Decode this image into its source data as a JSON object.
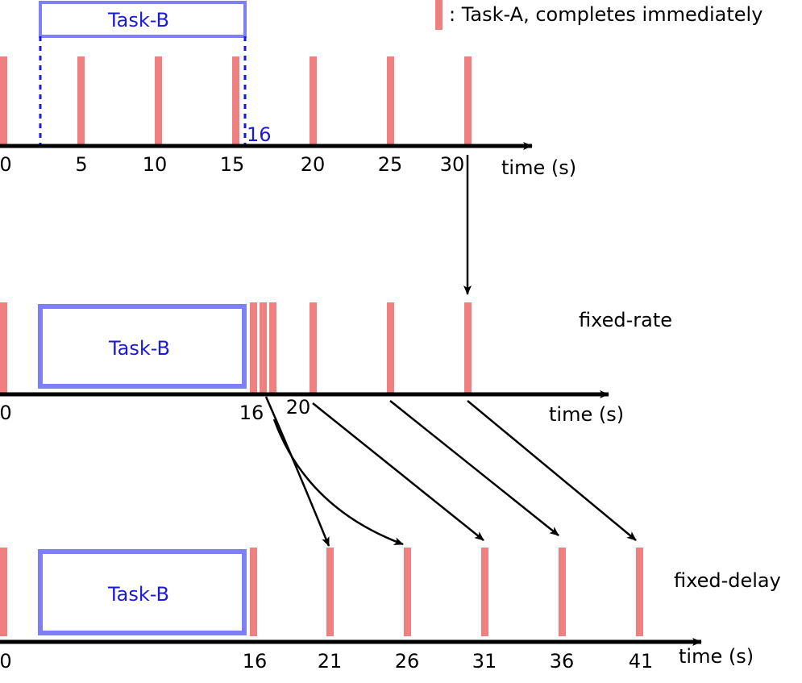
{
  "legend": {
    "label": ": Task-A, completes immediately",
    "color": "#f08080"
  },
  "colors": {
    "task_a": "#f08080",
    "task_b": "#7f7ff5",
    "task_b_text": "#1a1ad8",
    "axis": "#000000"
  },
  "top": {
    "task_b_label": "Task-B",
    "end_marker": "16",
    "axis_label": "time (s)",
    "ticks": [
      "0",
      "5",
      "10",
      "15",
      "20",
      "25",
      "30"
    ]
  },
  "fixed_rate": {
    "title": "fixed-rate",
    "task_b_label": "Task-B",
    "axis_label": "time (s)",
    "ticks": [
      "0",
      "16",
      "20"
    ]
  },
  "fixed_delay": {
    "title": "fixed-delay",
    "task_b_label": "Task-B",
    "axis_label": "time (s)",
    "ticks": [
      "0",
      "16",
      "21",
      "26",
      "31",
      "36",
      "41"
    ]
  }
}
